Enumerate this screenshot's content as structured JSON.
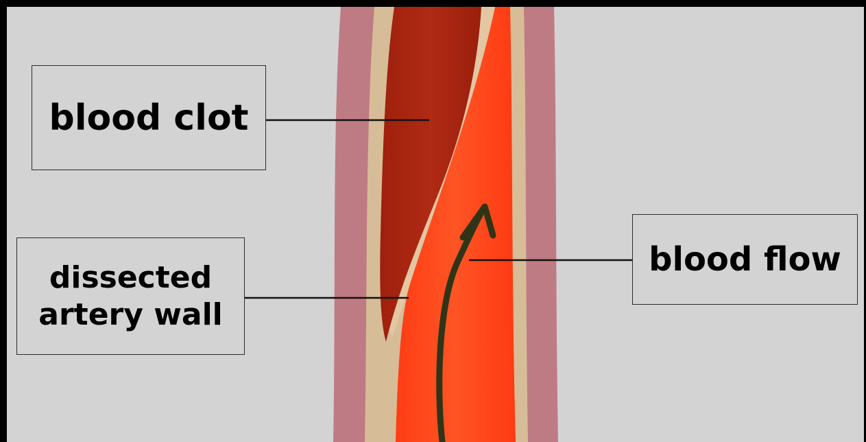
{
  "labels": {
    "blood_clot": "blood clot",
    "blood_flow": "blood flow",
    "dissected_wall_line1": "dissected",
    "dissected_wall_line2": "artery wall"
  },
  "colors": {
    "background": "#d3d3d3",
    "frame": "#000000",
    "outer_wall": "#bf7b83",
    "inner_lining": "#d7bc98",
    "clot": "#a82410",
    "lumen": "#ff4a1e",
    "arrow": "#2f3417",
    "leader_line": "#111111"
  },
  "icons": {
    "flow_arrow": "arrow-up-curved-icon"
  }
}
